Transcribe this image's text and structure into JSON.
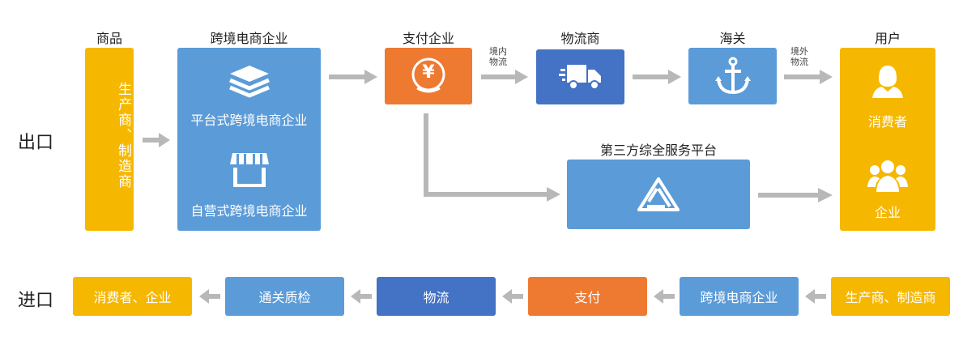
{
  "export": {
    "row_label": "出口",
    "headers": {
      "goods": "商品",
      "ecommerce": "跨境电商企业",
      "payment": "支付企业",
      "logistics": "物流商",
      "customs": "海关",
      "user": "用户"
    },
    "goods_box": "生产商、制造商",
    "platform_ecom": "平台式跨境电商企业",
    "self_ecom": "自营式跨境电商企业",
    "domestic_logistics": "境内\n物流",
    "overseas_logistics": "境外\n物流",
    "third_party_platform": "第三方综全服务平台",
    "consumer": "消费者",
    "enterprise": "企业",
    "payment_symbol": "¥"
  },
  "import": {
    "row_label": "进口",
    "steps": [
      "消费者、企业",
      "通关质检",
      "物流",
      "支付",
      "跨境电商企业",
      "生产商、制造商"
    ]
  },
  "colors": {
    "yellow": "#f6b700",
    "blue": "#5b9bd8",
    "navy": "#4472c4",
    "orange": "#ee7a31",
    "arrow": "#b8b8b8"
  },
  "icons": {
    "layers": "layers-icon",
    "store": "store-icon",
    "yen_coin": "yen-coin-icon",
    "truck": "truck-icon",
    "anchor": "anchor-icon",
    "consumer": "person-icon",
    "enterprise": "group-icon",
    "platform": "triangle-logo-icon"
  }
}
